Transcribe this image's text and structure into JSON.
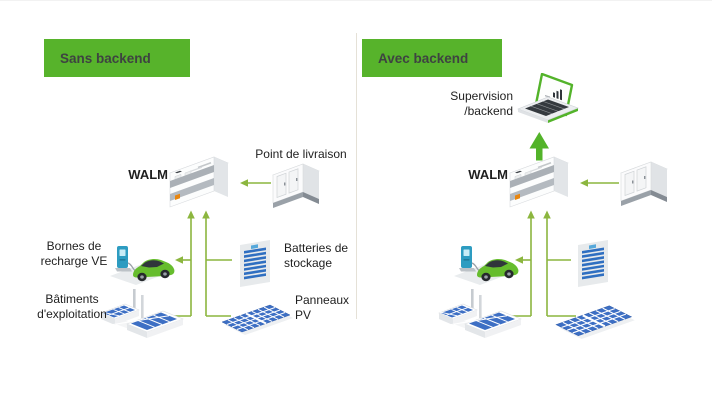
{
  "slide": {
    "left_panel": {
      "banner_label": "Sans backend",
      "walm_label": "WALM",
      "delivery_point_label": "Point de livraison",
      "ev_charging_label": {
        "line1": "Bornes de",
        "line2": "recharge VE"
      },
      "buildings_label": {
        "line1": "Bâtiments",
        "line2": "d'exploitation"
      },
      "batteries_label": {
        "line1": "Batteries de",
        "line2": "stockage"
      },
      "pv_label": {
        "line1": "Panneaux",
        "line2": "PV"
      }
    },
    "right_panel": {
      "banner_label": "Avec backend",
      "walm_label": "WALM",
      "supervision_label": {
        "line1": "Supervision",
        "line2": "/backend"
      }
    },
    "icons": {
      "left": [
        "walm-device-icon",
        "delivery-cabinet-icon",
        "ev-charging-icon",
        "building-icon",
        "battery-rack-icon",
        "solar-array-icon"
      ],
      "right": [
        "laptop-supervision-icon",
        "walm-device-icon",
        "delivery-cabinet-icon",
        "ev-charging-icon",
        "building-icon",
        "battery-rack-icon",
        "solar-array-icon"
      ]
    }
  },
  "colors": {
    "banner_green": "#57b32b",
    "connector_green": "#8cb63f",
    "arrow_green": "#53b32a",
    "car_green": "#66bd2d",
    "solar_blue": "#3d6fc4",
    "battery_blue": "#2f6fc1",
    "charger_teal": "#2d9cc1",
    "divider_beige": "#e5e1d7",
    "text_dark": "#1f1f1f",
    "banner_text": "#3e4341"
  }
}
